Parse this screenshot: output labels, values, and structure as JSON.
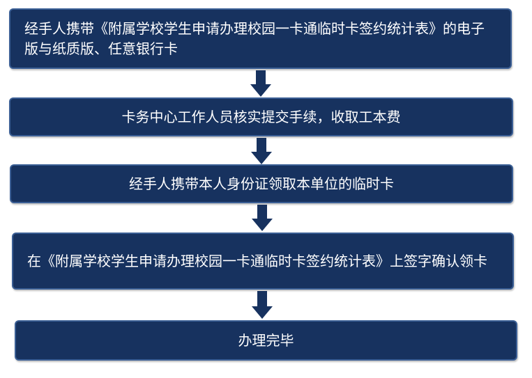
{
  "colors": {
    "box_fill": "#17325f",
    "box_border": "#3b5f95",
    "arrow": "#17325f",
    "text": "#ffffff"
  },
  "steps": [
    {
      "text": "经手人携带《附属学校学生申请办理校园一卡通临时卡签约统计表》的电子版与纸质版、任意银行卡"
    },
    {
      "text": "卡务中心工作人员核实提交手续，收取工本费"
    },
    {
      "text": "经手人携带本人身份证领取本单位的临时卡"
    },
    {
      "text": "在《附属学校学生申请办理校园一卡通临时卡签约统计表》上签字确认领卡"
    },
    {
      "text": "办理完毕"
    }
  ],
  "arrows": [
    {
      "icon": "down-arrow-icon"
    },
    {
      "icon": "down-arrow-icon"
    },
    {
      "icon": "down-arrow-icon"
    },
    {
      "icon": "down-arrow-icon"
    }
  ]
}
